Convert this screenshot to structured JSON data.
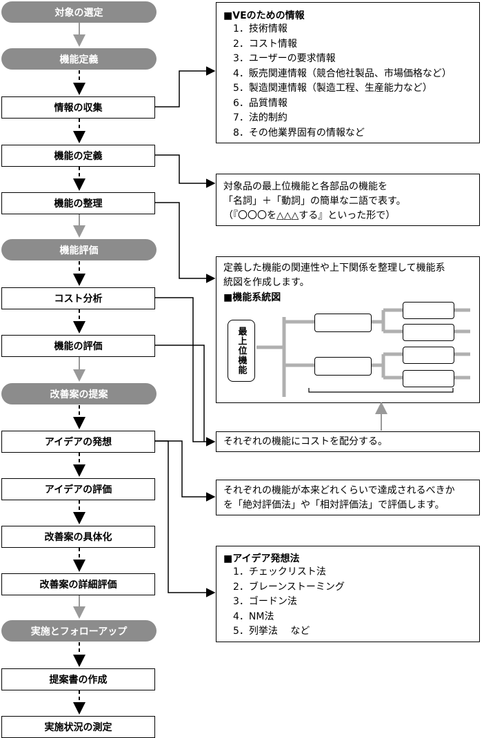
{
  "flow": {
    "phase1": "対象の選定",
    "phase2": "機能定義",
    "step_collect": "情報の収集",
    "step_define": "機能の定義",
    "step_organize": "機能の整理",
    "phase3": "機能評価",
    "step_cost": "コスト分析",
    "step_eval": "機能の評価",
    "phase4": "改善案の提案",
    "step_idea": "アイデアの発想",
    "step_idea_eval": "アイデアの評価",
    "step_concretize": "改善案の具体化",
    "step_detail_eval": "改善案の詳細評価",
    "phase5": "実施とフォローアップ",
    "step_proposal": "提案書の作成",
    "step_measure": "実施状況の測定"
  },
  "info_panel": {
    "title": "■VEのための情報",
    "items": [
      "1．技術情報",
      "2．コスト情報",
      "3．ユーザーの要求情報",
      "4．販売関連情報（競合他社製品、市場価格など）",
      "5．製造関連情報（製造工程、生産能力など）",
      "6．品質情報",
      "7．法的制約",
      "8．その他業界固有の情報など"
    ]
  },
  "define_panel": {
    "lines": [
      "対象品の最上位機能と各部品の機能を",
      "「名詞」＋「動詞」の簡単な二語で表す。",
      "（『〇〇〇を△△△する』といった形で）"
    ]
  },
  "organize_panel": {
    "lines": [
      "定義した機能の関連性や上下関係を整理して機能系",
      "統図を作成します。"
    ],
    "diagram_title": "■機能系統図",
    "top_label": "最上位機能"
  },
  "cost_panel": {
    "text": "それぞれの機能にコストを配分する。"
  },
  "eval_panel": {
    "lines": [
      "それぞれの機能が本来どれくらいで達成されるべきか",
      "を「絶対評価法」や「相対評価法」で評価します。"
    ]
  },
  "idea_panel": {
    "title": "■アイデア発想法",
    "items": [
      "1．チェックリスト法",
      "2．ブレーンストーミング",
      "3．ゴードン法",
      "4．NM法",
      "5．列挙法　 など"
    ]
  },
  "colors": {
    "phase": "#8c8c8c",
    "tree": "#b0b0b0"
  }
}
